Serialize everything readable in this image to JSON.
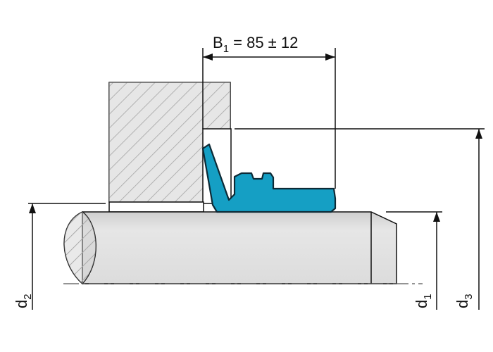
{
  "dimensions": {
    "b1": {
      "letter": "B",
      "sub": "1",
      "value": " = 85 ± 12"
    },
    "d1": {
      "letter": "d",
      "sub": "1"
    },
    "d2": {
      "letter": "d",
      "sub": "2"
    },
    "d3": {
      "letter": "d",
      "sub": "3"
    }
  },
  "colors": {
    "seal": "#159fc4",
    "seal_outline": "#0d2a36",
    "housing_fill": "#d6d6d6",
    "shaft_fill": "#e2e2e2",
    "line": "#111111"
  }
}
